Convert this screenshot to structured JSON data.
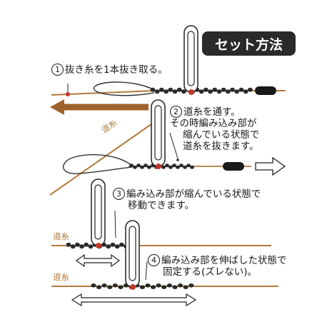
{
  "title": "セット方法",
  "steps": [
    {
      "number": "1",
      "lines": [
        "抜き糸を1本抜き取る。"
      ]
    },
    {
      "number": "2",
      "lines": [
        "道糸を通す。",
        "その時編み込み部が",
        "縮んでいる状態で",
        "道糸を抜きます。"
      ]
    },
    {
      "number": "3",
      "lines": [
        "編み込み部が縮んでいる状態で",
        "移動できます。"
      ]
    },
    {
      "number": "4",
      "lines": [
        "編み込み部を伸ばした状態で",
        "固定する(ズレない)。"
      ]
    }
  ],
  "labels": {
    "line_diagonal": "道糸",
    "line_step3": "道糸",
    "line_step4": "道糸"
  },
  "colors": {
    "line": "#b37a3a",
    "arrow": "#a0622c",
    "stopper_red": "#c0392b",
    "bead": "#2a2a2a",
    "badge": "#2a2a2a"
  }
}
